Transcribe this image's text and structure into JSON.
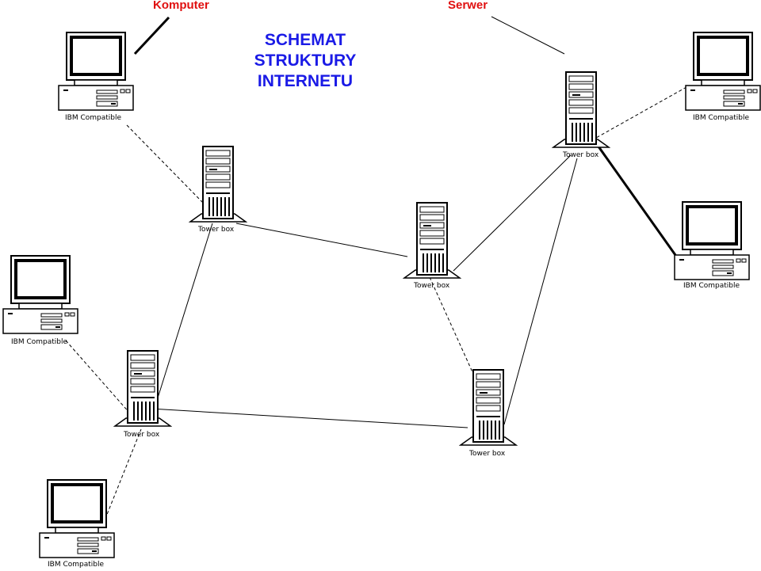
{
  "title": {
    "line1": "SCHEMAT",
    "line2": "STRUKTURY",
    "line3": "INTERNETU"
  },
  "callouts": {
    "computer": "Komputer",
    "server": "Serwer"
  },
  "colors": {
    "title": "#1a1ae6",
    "callout": "#e01010",
    "line": "#000000"
  },
  "computers": [
    {
      "label": "IBM Compatible"
    },
    {
      "label": "IBM Compatible"
    },
    {
      "label": "IBM Compatible"
    },
    {
      "label": "IBM Compatible"
    },
    {
      "label": "IBM Compatible"
    }
  ],
  "towers": [
    {
      "label": "Tower box"
    },
    {
      "label": "Tower box"
    },
    {
      "label": "Tower box"
    },
    {
      "label": "Tower box"
    },
    {
      "label": "Tower box"
    }
  ]
}
